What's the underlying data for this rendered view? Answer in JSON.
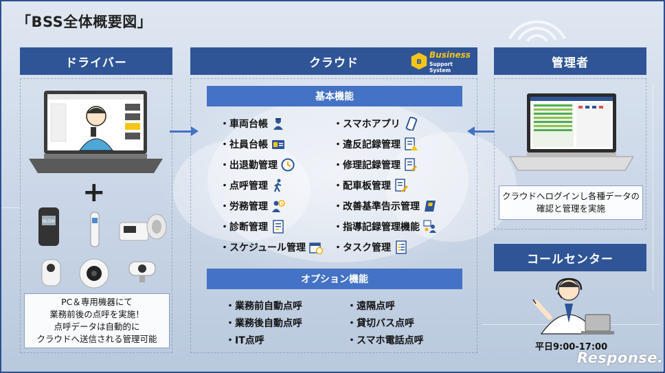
{
  "title": "「BSS全体概要図」",
  "columns": {
    "driver": "ドライバー",
    "cloud": "クラウド",
    "admin": "管理者",
    "call_center": "コールセンター"
  },
  "logo": {
    "line1": "Business",
    "line2": "Support System"
  },
  "laptop_screen_label": "AIBLOOM",
  "basic": {
    "header": "基本機能",
    "left": [
      {
        "label": "・車両台帳",
        "icon": "driver-person-icon"
      },
      {
        "label": "・社員台帳",
        "icon": "id-card-icon"
      },
      {
        "label": "・出退勤管理",
        "icon": "clock-icon"
      },
      {
        "label": "・点呼管理",
        "icon": "walking-person-icon"
      },
      {
        "label": "・労務管理",
        "icon": "person-clock-icon"
      },
      {
        "label": "・診断管理",
        "icon": "document-icon"
      },
      {
        "label": "・スケジュール管理",
        "icon": "calendar-clock-icon"
      }
    ],
    "right": [
      {
        "label": "・スマホアプリ",
        "icon": "smartphone-icon"
      },
      {
        "label": "・違反記録管理",
        "icon": "document-warning-icon"
      },
      {
        "label": "・修理記録管理",
        "icon": "document-wrench-icon"
      },
      {
        "label": "・配車板管理",
        "icon": "document-pencil-icon"
      },
      {
        "label": "・改善基準告示管理",
        "icon": "book-icon"
      },
      {
        "label": "・指導記録管理機能",
        "icon": "instructor-icon"
      },
      {
        "label": "・タスク管理",
        "icon": "checklist-icon"
      }
    ]
  },
  "options": {
    "header": "オプション機能",
    "left": [
      "・業務前自動点呼",
      "・業務後自動点呼",
      "・IT点呼"
    ],
    "right": [
      "・遠隔点呼",
      "・貸切バス点呼",
      "・スマホ電話点呼"
    ]
  },
  "driver_note": [
    "PC＆専用機器にて",
    "業務前後の点呼を実施！",
    "点呼データは自動的に",
    "クラウドへ送信される管理可能"
  ],
  "admin_note": [
    "クラウドへログインし各種データの",
    "確認と管理を実施"
  ],
  "call_center_hours": "平日9:00-17:00",
  "watermark": "Response.",
  "plus_sign": "+",
  "colors": {
    "header_dark": "#2f5597",
    "header_mid": "#4472c4",
    "accent_yellow": "#f5c518"
  }
}
